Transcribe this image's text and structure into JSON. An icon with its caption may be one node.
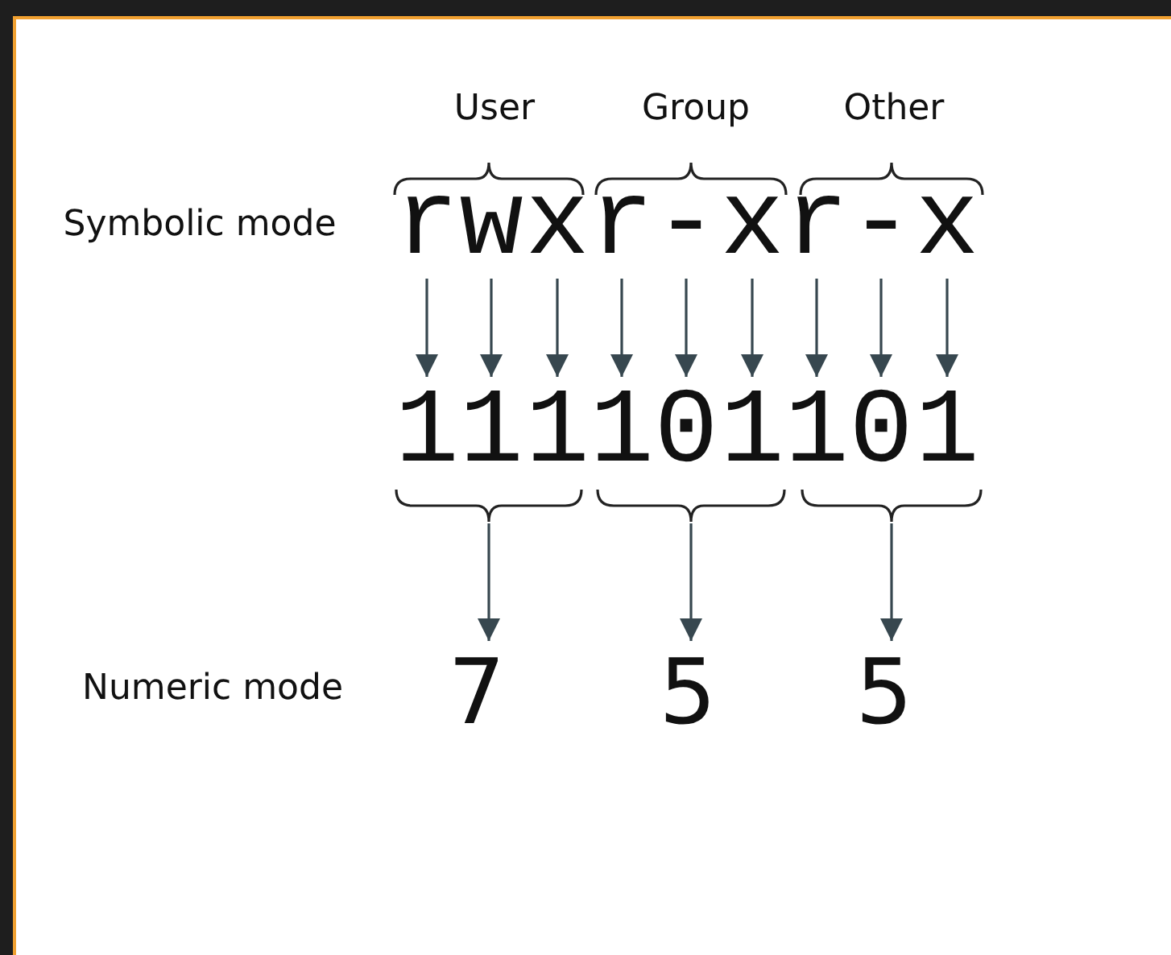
{
  "diagram": {
    "nodes": [
      {
        "text": [
          "r"
        ]
      },
      {
        "text": [
          "w"
        ]
      },
      {
        "text": [
          "x"
        ]
      },
      {
        "text": [
          "r"
        ]
      },
      {
        "text": [
          "-"
        ]
      },
      {
        "text": [
          "x"
        ]
      },
      {
        "text": [
          "r"
        ]
      },
      {
        "text": [
          "-"
        ]
      },
      {
        "text": [
          "x"
        ]
      },
      {
        "text": [
          "1"
        ]
      },
      {
        "text": [
          "1"
        ]
      },
      {
        "text": [
          "1"
        ]
      },
      {
        "text": [
          "1"
        ]
      },
      {
        "text": [
          "0"
        ]
      },
      {
        "text": [
          "1"
        ]
      },
      {
        "text": [
          "1"
        ]
      },
      {
        "text": [
          "0"
        ]
      },
      {
        "text": [
          "1"
        ]
      },
      {
        "text": [],
        "shape": "brace"
      },
      {
        "text": [],
        "shape": "brace"
      },
      {
        "text": [],
        "shape": "brace"
      },
      {
        "text": [
          "7"
        ]
      },
      {
        "text": [
          "5"
        ]
      },
      {
        "text": [
          "5"
        ]
      }
    ],
    "edges": [
      {
        "from": 0,
        "to": 9,
        "arrow": "to"
      },
      {
        "from": 1,
        "to": 10,
        "arrow": "to"
      },
      {
        "from": 2,
        "to": 11,
        "arrow": "to"
      },
      {
        "from": 3,
        "to": 12,
        "arrow": "to"
      },
      {
        "from": 4,
        "to": 13,
        "arrow": "to"
      },
      {
        "from": 5,
        "to": 14,
        "arrow": "to"
      },
      {
        "from": 6,
        "to": 15,
        "arrow": "to"
      },
      {
        "from": 7,
        "to": 16,
        "arrow": "to"
      },
      {
        "from": 8,
        "to": 17,
        "arrow": "to"
      },
      {
        "from": 18,
        "to": 21,
        "arrow": "to"
      },
      {
        "from": 19,
        "to": 22,
        "arrow": "to"
      },
      {
        "from": 20,
        "to": 23,
        "arrow": "to"
      }
    ],
    "labels": [
      "User",
      "Group",
      "Other",
      "Symbolic mode",
      "Numeric mode"
    ]
  }
}
